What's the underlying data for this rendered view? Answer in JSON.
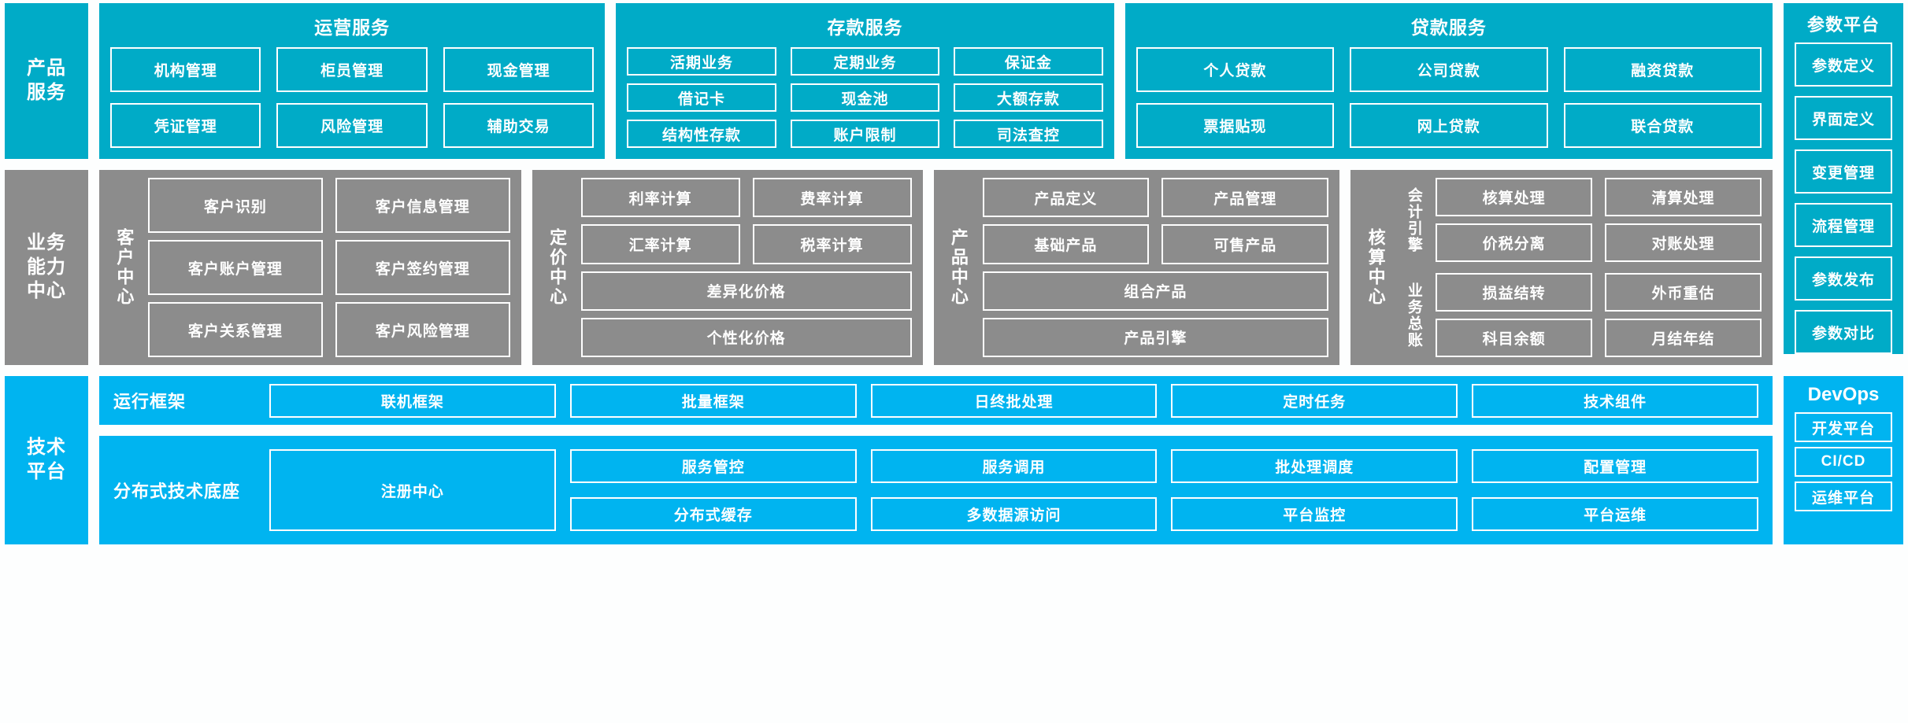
{
  "colors": {
    "teal": "#00ABC7",
    "gray": "#8C8C8C",
    "blue": "#00B4F0",
    "background": "#FDFEFE",
    "text": "#FFFFFF"
  },
  "layers": {
    "product_services": {
      "rail_label": "产品\n服务",
      "groups": [
        {
          "title": "运营服务",
          "items": [
            "机构管理",
            "柜员管理",
            "现金管理",
            "凭证管理",
            "风险管理",
            "辅助交易"
          ]
        },
        {
          "title": "存款服务",
          "items": [
            "活期业务",
            "定期业务",
            "保证金",
            "借记卡",
            "现金池",
            "大额存款",
            "结构性存款",
            "账户限制",
            "司法查控"
          ]
        },
        {
          "title": "贷款服务",
          "items": [
            "个人贷款",
            "公司贷款",
            "融资贷款",
            "票据贴现",
            "网上贷款",
            "联合贷款"
          ]
        }
      ]
    },
    "business_capability": {
      "rail_label": "业务\n能力\n中心",
      "centers": [
        {
          "name": "客户中心",
          "items": [
            "客户识别",
            "客户信息管理",
            "客户账户管理",
            "客户签约管理",
            "客户关系管理",
            "客户风险管理"
          ]
        },
        {
          "name": "定价中心",
          "grid_items": [
            "利率计算",
            "费率计算",
            "汇率计算",
            "税率计算"
          ],
          "wide_items": [
            "差异化价格",
            "个性化价格"
          ]
        },
        {
          "name": "产品中心",
          "grid_items": [
            "产品定义",
            "产品管理",
            "基础产品",
            "可售产品"
          ],
          "wide_items": [
            "组合产品",
            "产品引擎"
          ]
        },
        {
          "name": "核算中心",
          "subgroups": [
            {
              "label": "会计引擎",
              "items": [
                "核算处理",
                "清算处理",
                "价税分离",
                "对账处理"
              ]
            },
            {
              "label": "业务总账",
              "items": [
                "损益结转",
                "外币重估",
                "科目余额",
                "月结年结"
              ]
            }
          ]
        }
      ]
    },
    "technical_platform": {
      "rail_label": "技术\n平台",
      "rows": [
        {
          "label": "运行框架",
          "items": [
            "联机框架",
            "批量框架",
            "日终批处理",
            "定时任务",
            "技术组件"
          ]
        },
        {
          "label": "分布式技术底座",
          "tall_item": "注册中心",
          "items": [
            "服务管控",
            "服务调用",
            "批处理调度",
            "配置管理",
            "分布式缓存",
            "多数据源访问",
            "平台监控",
            "平台运维"
          ]
        }
      ]
    }
  },
  "right_columns": {
    "parameter_platform": {
      "title": "参数平台",
      "items": [
        "参数定义",
        "界面定义",
        "变更管理",
        "流程管理",
        "参数发布",
        "参数对比"
      ]
    },
    "devops": {
      "title": "DevOps",
      "items": [
        "开发平台",
        "CI/CD",
        "运维平台"
      ]
    }
  }
}
